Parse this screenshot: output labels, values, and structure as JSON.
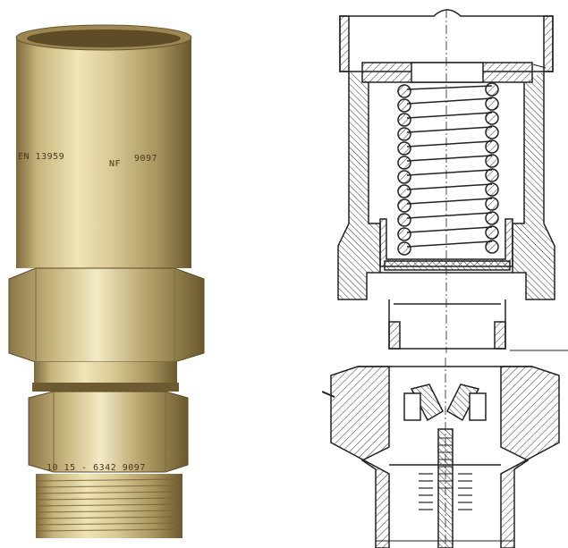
{
  "photo": {
    "engraving_upper": [
      "EN 13959",
      "NF",
      "9097"
    ],
    "engraving_lower": "10 15 - 6342 9097",
    "colors": {
      "brass_light": "#e6d9a4",
      "brass_mid": "#c9b57a",
      "brass_dark": "#8a7544",
      "brass_shadow": "#5c4a26"
    }
  },
  "drawing": {
    "colors": {
      "line": "#222222",
      "hatch": "#333333",
      "paper": "#ffffff"
    }
  }
}
